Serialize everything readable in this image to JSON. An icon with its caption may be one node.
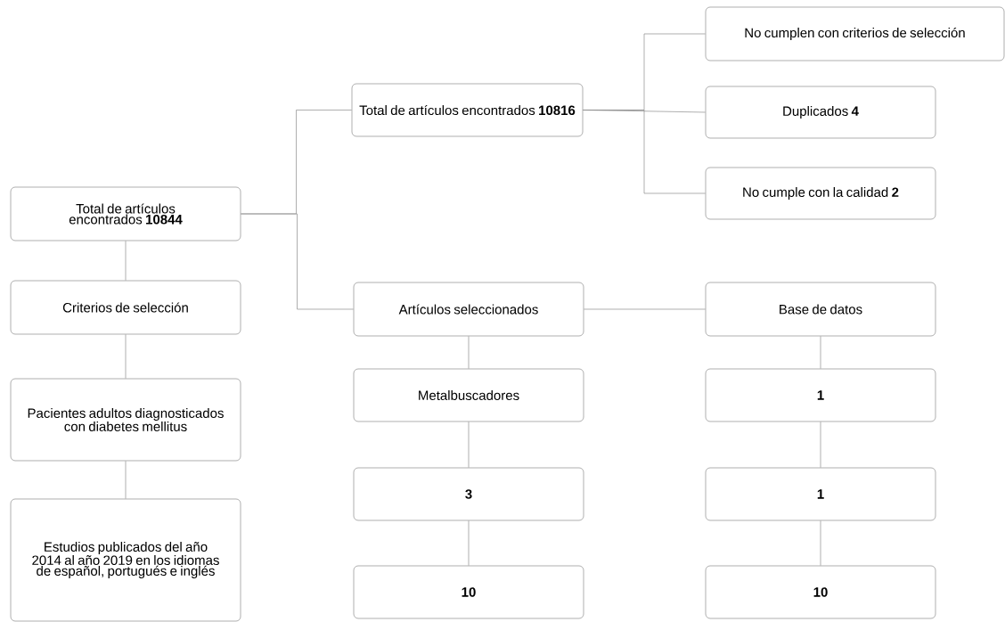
{
  "diagram": {
    "nodes": [
      {
        "text": [
          "Total de artículos encontrados **10844**"
        ]
      },
      {
        "text": [
          "Criterios de selección"
        ]
      },
      {
        "text": [
          "Pacientes adultos diagnosticados con diabetes mellitus"
        ]
      },
      {
        "text": [
          "Estudios publicados del año 2014 al año 2019 en los idiomas de español, portugués e inglés"
        ]
      },
      {
        "text": [
          "Total de artículos encontrados **10816**"
        ]
      },
      {
        "text": [
          "Artículos seleccionados"
        ]
      },
      {
        "text": [
          "Metalbuscadores"
        ]
      },
      {
        "text": [
          "3"
        ]
      },
      {
        "text": [
          "10"
        ]
      },
      {
        "text": [
          "No cumplen con criterios de selección"
        ]
      },
      {
        "text": [
          "Duplicados **4**"
        ]
      },
      {
        "text": [
          "No cumple con la calidad **2**"
        ]
      },
      {
        "text": [
          "Base de datos"
        ]
      },
      {
        "text": [
          "1"
        ]
      },
      {
        "text": [
          "1"
        ]
      },
      {
        "text": [
          "10"
        ]
      }
    ],
    "edges": [
      {
        "from": 0,
        "to": 1,
        "arrow": "none"
      },
      {
        "from": 1,
        "to": 2,
        "arrow": "none"
      },
      {
        "from": 2,
        "to": 3,
        "arrow": "none"
      },
      {
        "from": 0,
        "to": 4,
        "arrow": "none"
      },
      {
        "from": 0,
        "to": 5,
        "arrow": "none"
      },
      {
        "from": 4,
        "to": 9,
        "arrow": "none"
      },
      {
        "from": 4,
        "to": 10,
        "arrow": "none"
      },
      {
        "from": 4,
        "to": 11,
        "arrow": "none"
      },
      {
        "from": 5,
        "to": 12,
        "arrow": "none"
      },
      {
        "from": 5,
        "to": 6,
        "arrow": "none"
      },
      {
        "from": 6,
        "to": 7,
        "arrow": "none"
      },
      {
        "from": 7,
        "to": 8,
        "arrow": "none"
      },
      {
        "from": 12,
        "to": 13,
        "arrow": "none"
      },
      {
        "from": 13,
        "to": 14,
        "arrow": "none"
      },
      {
        "from": 14,
        "to": 15,
        "arrow": "none"
      }
    ]
  }
}
